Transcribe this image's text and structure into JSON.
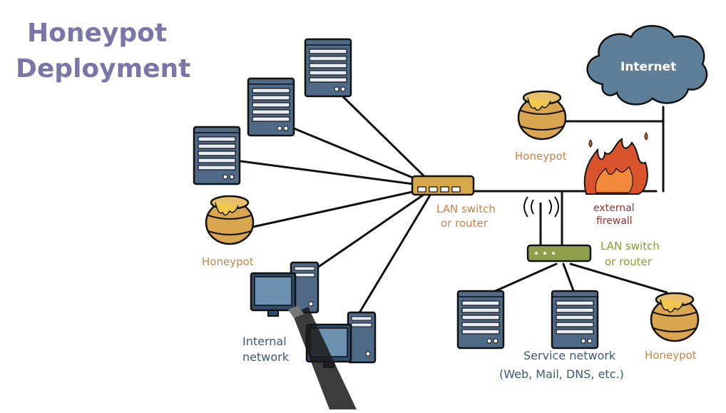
{
  "title": {
    "line1": "Honeypot",
    "line2": "Deployment"
  },
  "labels": {
    "internet": "Internet",
    "honeypot_top": "Honeypot",
    "honeypot_left": "Honeypot",
    "honeypot_right": "Honeypot",
    "firewall_line1": "external",
    "firewall_line2": "firewall",
    "switch_main_line1": "LAN switch",
    "switch_main_line2": "or router",
    "switch_service_line1": "LAN switch",
    "switch_service_line2": "or router",
    "internal_line1": "Internal",
    "internal_line2": "network",
    "service_line1": "Service network",
    "service_line2": "(Web, Mail, DNS, etc.)"
  },
  "colors": {
    "title": "#7a76a8",
    "server": "#4e6a86",
    "honeypot": "#d9a54f",
    "switch_main": "#d7a94c",
    "switch_service": "#8ea04a",
    "cloud": "#5f7f98",
    "fire": "#d9542c"
  }
}
